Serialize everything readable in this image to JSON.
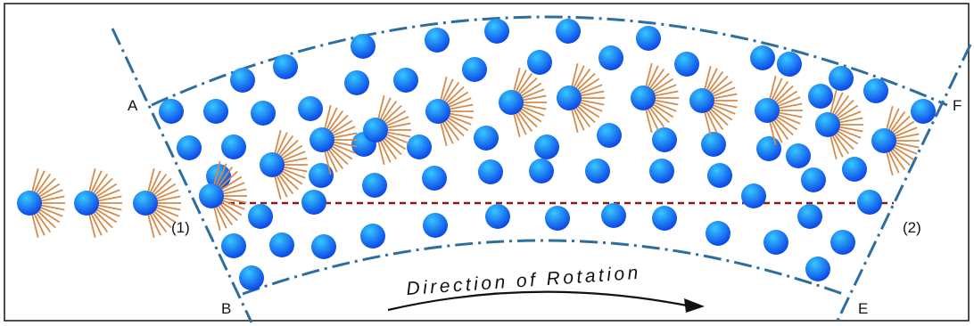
{
  "diagram": {
    "labels": {
      "a": "A",
      "b": "B",
      "e": "E",
      "f": "F",
      "entry": "(1)",
      "exit": "(2)"
    },
    "rotation_text": "Direction of Rotation",
    "colors": {
      "boundary": "#2d6e9e",
      "particle_light": "#35c8ff",
      "particle_dark": "#0a3ee6",
      "whisker": "#d68a4a",
      "path_line": "#8b1a1a",
      "frame": "#222222"
    }
  }
}
